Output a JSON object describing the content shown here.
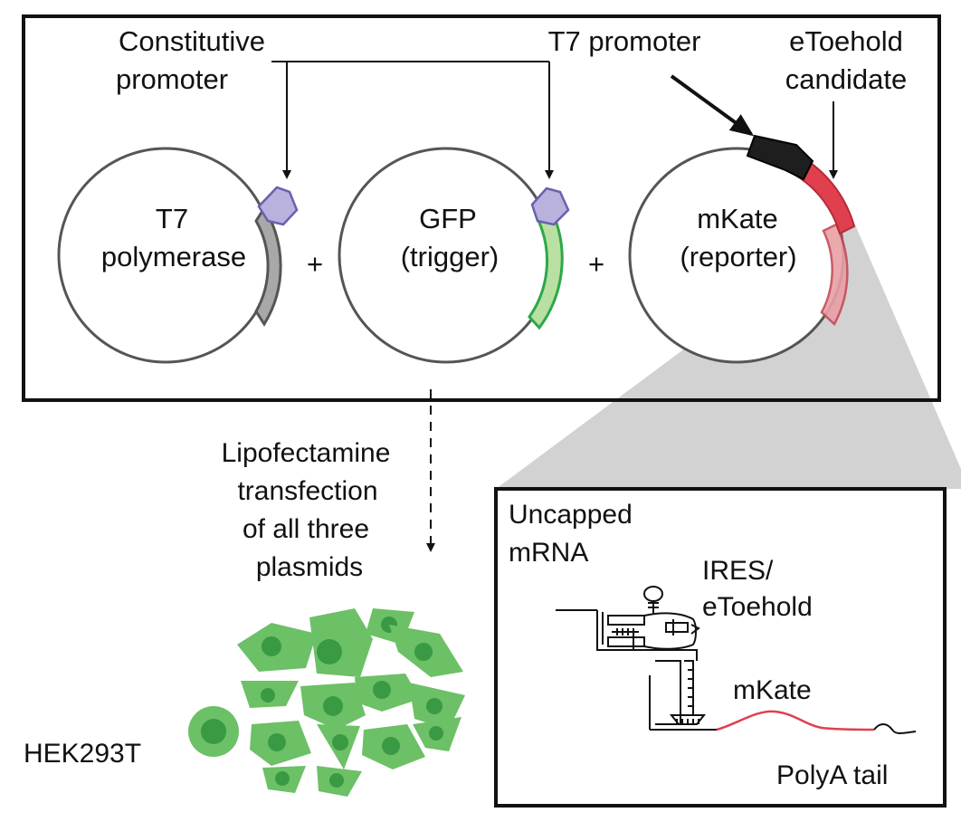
{
  "top_labels": {
    "constitutive_promoter": [
      "Constitutive",
      "promoter"
    ],
    "t7_promoter": "T7 promoter",
    "etoehold_candidate": [
      "eToehold",
      "candidate"
    ]
  },
  "plasmids": [
    {
      "lines": [
        "T7",
        "polymerase"
      ],
      "gene_color": "#a8a8a8",
      "promoter_color": "#b8b2dc"
    },
    {
      "lines": [
        "GFP",
        "(trigger)"
      ],
      "gene_color": "#b9e0a2",
      "gene_stroke": "#2ca84a",
      "promoter_color": "#b8b2dc"
    },
    {
      "lines": [
        "mKate",
        "(reporter)"
      ],
      "gene_color": "#e0404e",
      "promoter_color": "#1e1e1e"
    }
  ],
  "plus_sign": "+",
  "transfection_label": [
    "Lipofectamine",
    "transfection",
    "of all three",
    "plasmids"
  ],
  "cell_line_label": "HEK293T",
  "inset": {
    "uncapped_label": [
      "Uncapped",
      "mRNA"
    ],
    "ires_label": [
      "IRES/",
      "eToehold"
    ],
    "mkate_label": "mKate",
    "polya_label": "PolyA tail"
  },
  "colors": {
    "mkate_red": "#e0404e",
    "gfp_green": "#2ca84a",
    "cell_green": "#6cc066",
    "nucleus_green": "#3a9a44",
    "zoom_gray": "#d2d2d2"
  }
}
